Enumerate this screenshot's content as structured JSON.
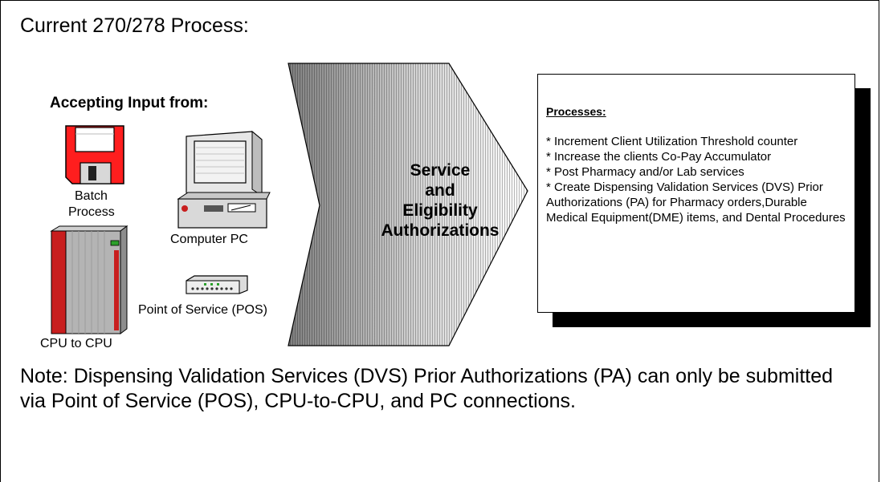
{
  "title": "Current 270/278 Process:",
  "inputs": {
    "heading": "Accepting Input from:",
    "batch_label_line1": "Batch",
    "batch_label_line2": "Process",
    "pc_label": "Computer PC",
    "pos_label": "Point of Service (POS)",
    "cpu_label": "CPU to CPU"
  },
  "arrow": {
    "line1": "Service",
    "line2": "and",
    "line3": "Eligibility",
    "line4": "Authorizations"
  },
  "processes": {
    "heading": "Processes:",
    "items": [
      "*  Increment Client Utilization Threshold counter",
      "*  Increase the clients Co-Pay Accumulator",
      "*  Post Pharmacy and/or Lab services",
      "*  Create Dispensing Validation Services (DVS) Prior Authorizations (PA) for Pharmacy orders,Durable Medical Equipment(DME) items, and Dental Procedures"
    ]
  },
  "note": "Note:  Dispensing Validation Services (DVS) Prior Authorizations (PA) can only be submitted via Point of Service (POS), CPU-to-CPU, and PC connections.",
  "colors": {
    "floppy": "#ff1e1e",
    "cpu_accent": "#c81e1e",
    "shadow": "#000000"
  },
  "icons": [
    "floppy-disk-icon",
    "computer-pc-icon",
    "pos-terminal-icon",
    "cpu-server-icon"
  ]
}
